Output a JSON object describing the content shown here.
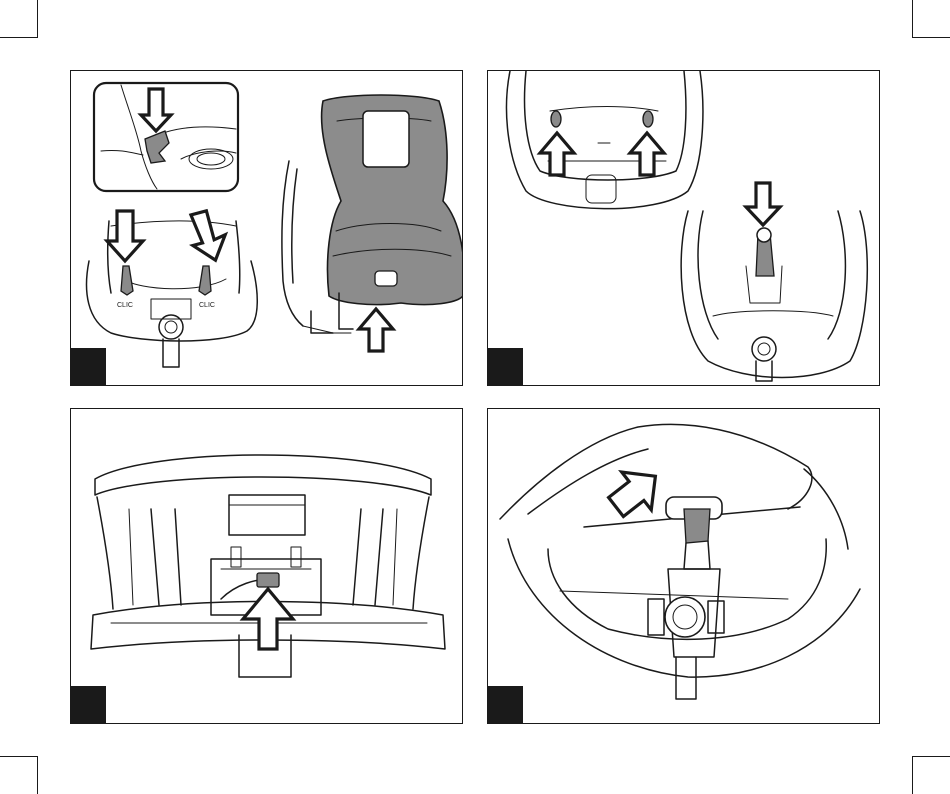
{
  "figure": {
    "panels": [
      {
        "id": "panel-1",
        "step_label": "",
        "arrows": 4,
        "callout_inset": true,
        "highlight_color": "#8c8c8c"
      },
      {
        "id": "panel-2",
        "step_label": "",
        "arrows": 3
      },
      {
        "id": "panel-3",
        "step_label": "",
        "arrows": 1
      },
      {
        "id": "panel-4",
        "step_label": "",
        "arrows": 1
      }
    ],
    "colors": {
      "line": "#1a1a1a",
      "highlight": "#8c8c8c",
      "background": "#ffffff"
    }
  }
}
